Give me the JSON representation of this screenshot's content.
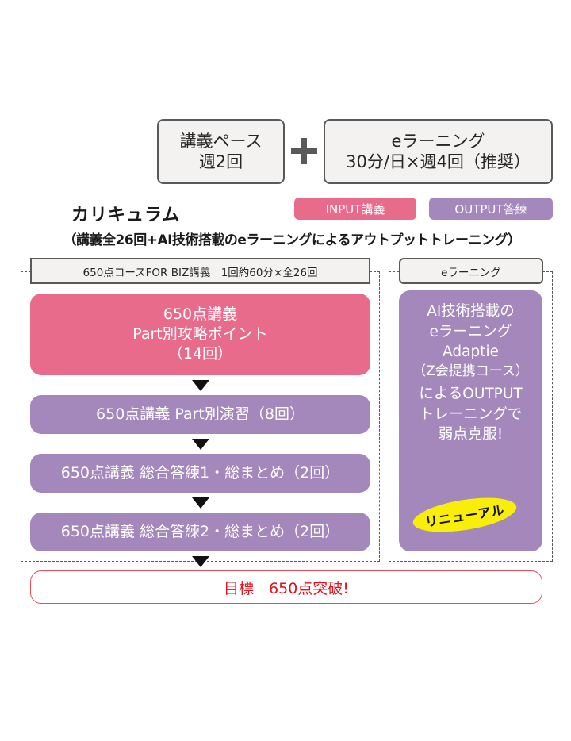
{
  "header": {
    "pace_box": {
      "line1": "講義ペース",
      "line2": "週2回"
    },
    "plus_icon": "plus-icon",
    "elearning_box": {
      "line1": "eラーニング",
      "line2": "30分/日×週4回（推奨）"
    }
  },
  "curriculum": {
    "title": "カリキュラム",
    "subtitle": "（講義全26回+AI技術搭載のeラーニングによるアウトプットトレーニング）"
  },
  "legend": {
    "input": {
      "label": "INPUT講義",
      "color": "#e96b8c"
    },
    "output": {
      "label": "OUTPUT答練",
      "color": "#a487bb"
    }
  },
  "lecture_column": {
    "header": "650点コースFOR BIZ講義　1回約60分×全26回",
    "steps": [
      {
        "line1": "650点講義",
        "line2": "Part別攻略ポイント",
        "line3": "（14回）",
        "type": "input"
      },
      {
        "line1": "650点講義 Part別演習（8回）",
        "type": "output"
      },
      {
        "line1": "650点講義 総合答練1・総まとめ（2回）",
        "type": "output"
      },
      {
        "line1": "650点講義 総合答練2・総まとめ（2回）",
        "type": "output"
      }
    ]
  },
  "elearning_column": {
    "header": "eラーニング",
    "lines": [
      "AI技術搭載の",
      "eラーニング",
      "Adaptie",
      "（Z会提携コース）",
      "によるOUTPUT",
      "トレーニングで",
      "弱点克服!"
    ],
    "badge": "リニューアル",
    "badge_color": "#f8ee0a"
  },
  "goal": {
    "label": "目標　650点突破!",
    "color": "#e0131f"
  }
}
